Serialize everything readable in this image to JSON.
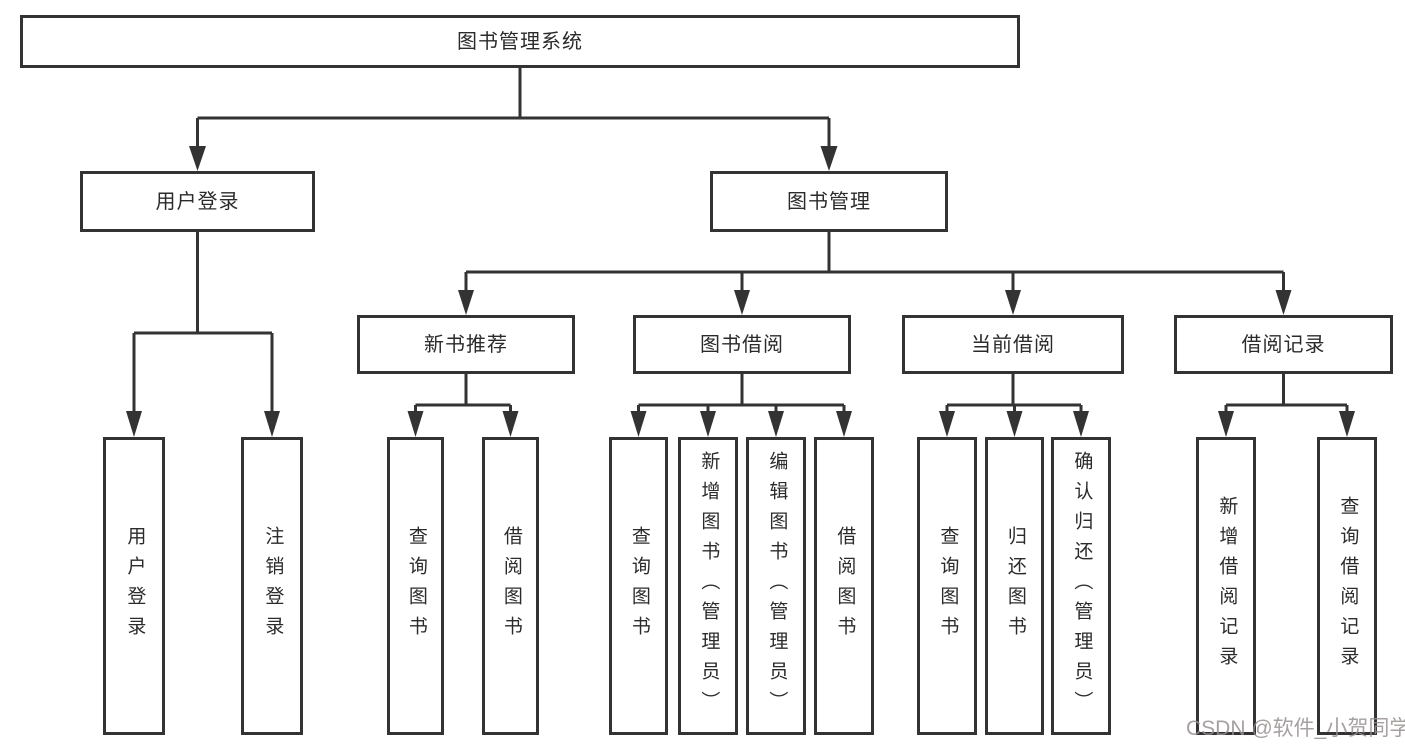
{
  "diagram_type": "hierarchy-tree",
  "colors": {
    "line": "#333333",
    "box_border": "#333333",
    "text": "#2b2b2b",
    "background": "#ffffff",
    "watermark_text_color": "#968f8f"
  },
  "tree": {
    "root": {
      "label": "图书管理系统",
      "children": [
        {
          "label": "用户登录",
          "children": [
            {
              "label": "用户登录"
            },
            {
              "label": "注销登录"
            }
          ]
        },
        {
          "label": "图书管理",
          "children": [
            {
              "label": "新书推荐",
              "children": [
                {
                  "label": "查询图书"
                },
                {
                  "label": "借阅图书"
                }
              ]
            },
            {
              "label": "图书借阅",
              "children": [
                {
                  "label": "查询图书"
                },
                {
                  "label": "新增图书（管理员）"
                },
                {
                  "label": "编辑图书（管理员）"
                },
                {
                  "label": "借阅图书"
                }
              ]
            },
            {
              "label": "当前借阅",
              "children": [
                {
                  "label": "查询图书"
                },
                {
                  "label": "归还图书"
                },
                {
                  "label": "确认归还（管理员）"
                }
              ]
            },
            {
              "label": "借阅记录",
              "children": [
                {
                  "label": "新增借阅记录"
                },
                {
                  "label": "查询借阅记录"
                }
              ]
            }
          ]
        }
      ]
    }
  },
  "watermark": {
    "text": "CSDN @软件_小贺同学"
  }
}
